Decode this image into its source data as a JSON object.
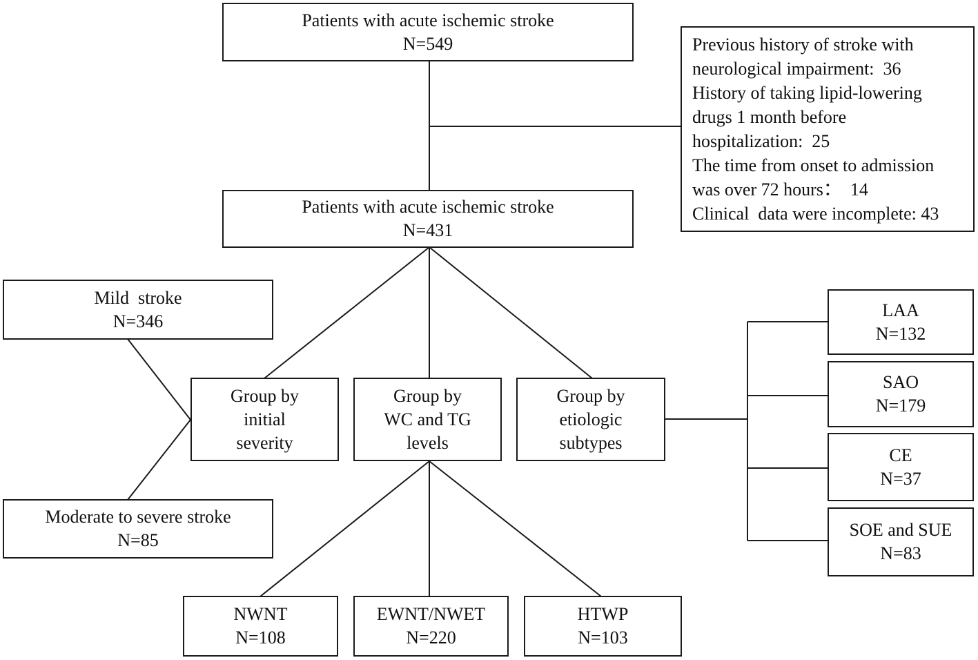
{
  "boxes": {
    "enrolled": {
      "lines": [
        "Patients with acute ischemic stroke",
        "N=549"
      ]
    },
    "exclusions": {
      "lines": [
        "Previous history of stroke with",
        "neurological impairment:  36",
        "History of taking lipid-lowering",
        "drugs 1 month before",
        "hospitalization:  25",
        "The time from onset to admission",
        "was over 72 hours：  14",
        "Clinical  data were incomplete: 43"
      ]
    },
    "included": {
      "lines": [
        "Patients with acute ischemic stroke",
        "N=431"
      ]
    },
    "mild": {
      "lines": [
        "Mild  stroke",
        "N=346"
      ]
    },
    "moderate": {
      "lines": [
        "Moderate to severe stroke",
        "N=85"
      ]
    },
    "group_severity": {
      "lines": [
        "Group by",
        "initial",
        "severity"
      ]
    },
    "group_wc_tg": {
      "lines": [
        "Group by",
        "WC and TG",
        "levels"
      ]
    },
    "group_etiology": {
      "lines": [
        "Group by",
        "etiologic",
        "subtypes"
      ]
    },
    "nwnt": {
      "lines": [
        "NWNT",
        "N=108"
      ]
    },
    "ewnt_nwet": {
      "lines": [
        "EWNT/NWET",
        "N=220"
      ]
    },
    "htwp": {
      "lines": [
        "HTWP",
        "N=103"
      ]
    },
    "laa": {
      "lines": [
        "LAA",
        "N=132"
      ]
    },
    "sao": {
      "lines": [
        "SAO",
        "N=179"
      ]
    },
    "ce": {
      "lines": [
        "CE",
        "N=37"
      ]
    },
    "soe_sue": {
      "lines": [
        "SOE and SUE",
        "N=83"
      ]
    }
  }
}
